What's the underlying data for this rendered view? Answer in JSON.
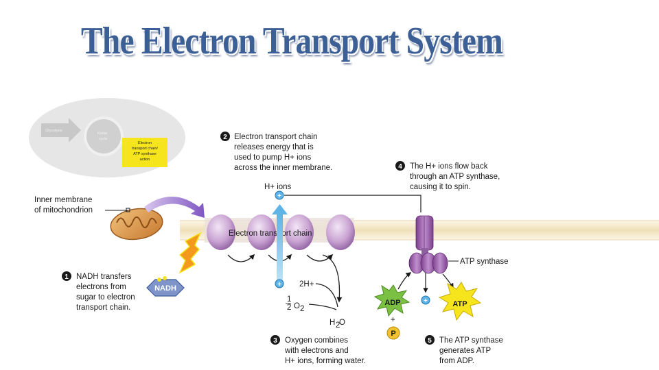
{
  "title": "The Electron Transport System",
  "thumbnail": {
    "glycolysis": "Glycolysis",
    "krebs_line1": "Krebs",
    "krebs_line2": "cycle",
    "etc_lines": [
      "Electron",
      "transport chain/",
      "ATP synthase",
      "action"
    ]
  },
  "labels": {
    "inner_membrane": [
      "Inner membrane",
      "of mitochondrion"
    ],
    "electron_transport_chain": "Electron transport chain",
    "nadh": "NADH",
    "h_ions": "H+ ions",
    "two_h": "2H+",
    "half": "1",
    "half_den": "2",
    "o2": "O",
    "o2_sub": "2",
    "h2o": "H",
    "h2o_sub": "2",
    "h2o_end": "O",
    "atp_synthase": "ATP synthase",
    "adp": "ADP",
    "atp": "ATP",
    "plus": "+",
    "p": "P",
    "h_plus": "+"
  },
  "steps": [
    {
      "number": "1",
      "lines": [
        "NADH transfers",
        "electrons from",
        "sugar to electron",
        "transport chain."
      ]
    },
    {
      "number": "2",
      "lines": [
        "Electron transport chain",
        "releases energy that is",
        "used to pump H+ ions",
        "across the inner membrane."
      ]
    },
    {
      "number": "3",
      "lines": [
        "Oxygen combines",
        "with electrons and",
        "H+ ions, forming water."
      ]
    },
    {
      "number": "4",
      "lines": [
        "The H+ ions flow back",
        "through an ATP synthase,",
        "causing it to spin."
      ]
    },
    {
      "number": "5",
      "lines": [
        "The ATP synthase",
        "generates ATP",
        "from ADP."
      ]
    }
  ],
  "colors": {
    "title": "#3c5f95",
    "protein": "#c9a3d2",
    "membrane": "#f3ead0",
    "proton_arrow": "#7fc3ea",
    "highlight": "#f6e51c"
  }
}
